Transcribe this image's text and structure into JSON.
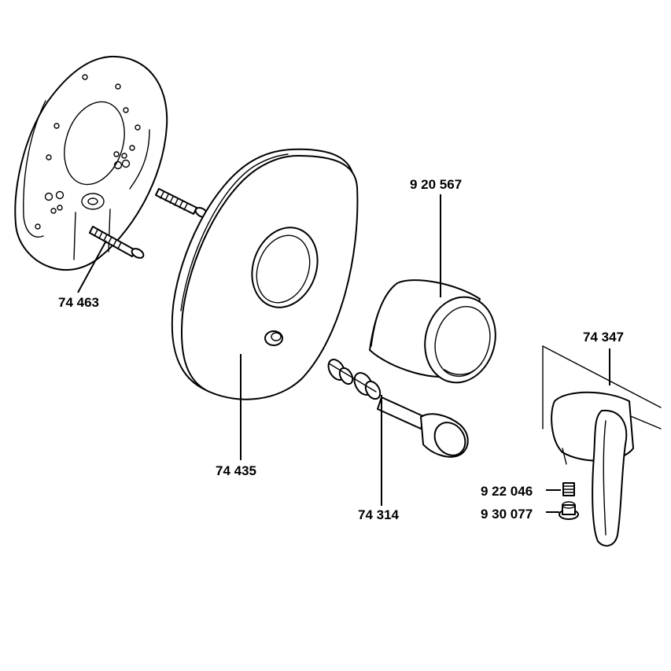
{
  "parts": [
    {
      "id": "mounting-plate",
      "number": "74 463"
    },
    {
      "id": "escutcheon",
      "number": "74 435"
    },
    {
      "id": "sleeve",
      "number": "9 20 567"
    },
    {
      "id": "diverter-spindle",
      "number": "74 314"
    },
    {
      "id": "lever-handle",
      "number": "74 347"
    },
    {
      "id": "set-screw",
      "number": "9 22 046"
    },
    {
      "id": "plug",
      "number": "9 30 077"
    }
  ],
  "colors": {
    "line": "#000000",
    "background": "#ffffff"
  }
}
